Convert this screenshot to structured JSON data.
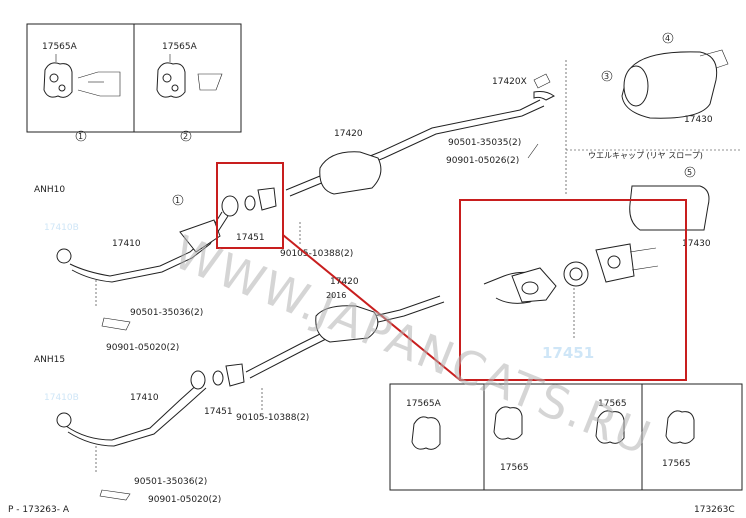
{
  "watermark": "WWW.JAPANCATS.RU",
  "watermark_year": "2016",
  "figure_code_left": "P - 173263- A",
  "figure_code_right": "173263C",
  "variant_top": "ANH10",
  "variant_bottom": "ANH15",
  "kanji_label": "ウエルキャップ (リヤ スロープ)",
  "callout_numbers": [
    "1",
    "2",
    "3",
    "4",
    "5"
  ],
  "parts": {
    "p17565A": "17565A",
    "p17565": "17565",
    "p17420": "17420",
    "p17420X": "17420X",
    "p17430": "17430",
    "p17410": "17410",
    "p17410B": "17410B",
    "p17451": "17451",
    "p90501_35035": "90501-35035(2)",
    "p90901_05026": "90901-05026(2)",
    "p90105_10388": "90105-10388(2)",
    "p90501_35036": "90501-35036(2)",
    "p90901_05020": "90901-05020(2)"
  }
}
